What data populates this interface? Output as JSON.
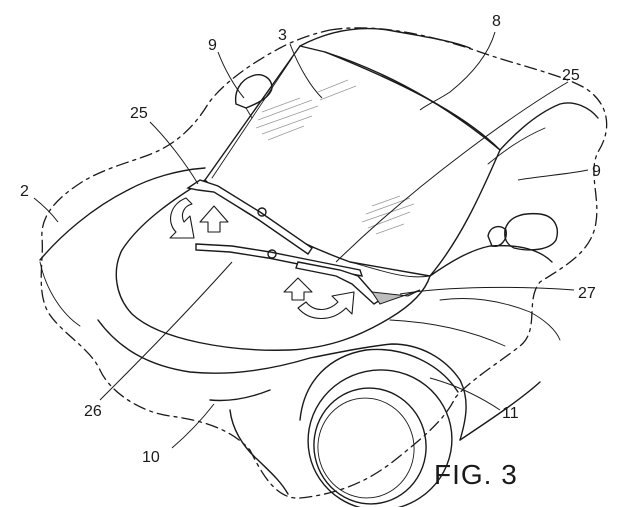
{
  "figure": {
    "caption": "FIG. 3",
    "references": {
      "r2": "2",
      "r3": "3",
      "r8": "8",
      "r9a": "9",
      "r9b": "9",
      "r10": "10",
      "r11": "11",
      "r25a": "25",
      "r25b": "25",
      "r26": "26",
      "r27": "27"
    }
  }
}
